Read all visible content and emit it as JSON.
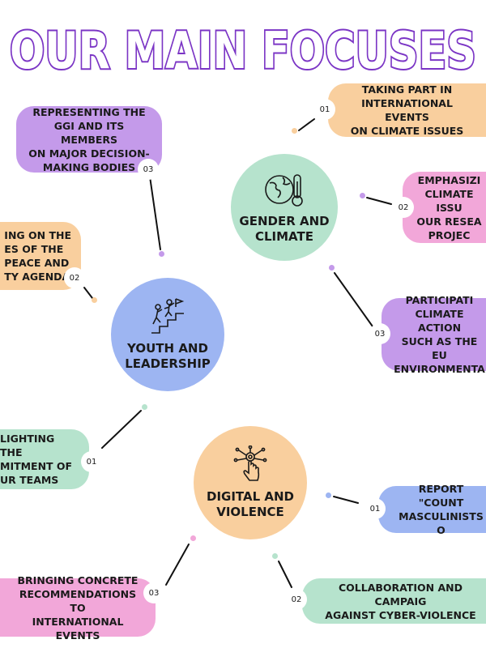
{
  "title": "OUR MAIN FOCUSES",
  "colors": {
    "title_fill": "#ffffff",
    "title_outline": "#7b35c5",
    "green": "#b6e3cd",
    "purple": "#c49aea",
    "peach": "#f9cf9e",
    "pink": "#f2a7d9",
    "blue": "#9db5f2",
    "line": "#111111"
  },
  "hubs": {
    "gender_climate": {
      "label": "GENDER AND\nCLIMATE",
      "icon": "globe-thermometer-icon"
    },
    "youth_leadership": {
      "label": "YOUTH AND\nLEADERSHIP",
      "icon": "climbing-stairs-icon"
    },
    "digital_violence": {
      "label": "DIGITAL AND\nVIOLENCE",
      "icon": "touch-network-icon"
    }
  },
  "focuses": {
    "climate_01": {
      "number": "01",
      "text": "TAKING PART IN\nINTERNATIONAL EVENTS\nON CLIMATE ISSUES"
    },
    "climate_02": {
      "number": "02",
      "text": "EMPHASIZI\nCLIMATE ISSU\nOUR RESEA\nPROJEC"
    },
    "climate_03": {
      "number": "03",
      "text": "PARTICIPATI\nCLIMATE ACTION\nSUCH AS THE EU\nENVIRONMENTA"
    },
    "youth_03": {
      "number": "03",
      "text": "REPRESENTING THE\nGGI AND ITS MEMBERS\nON MAJOR DECISION-\nMAKING BODIES"
    },
    "youth_02": {
      "number": "02",
      "text": "ING ON THE\nES OF THE\nPEACE AND\nTY AGENDA"
    },
    "youth_01": {
      "number": "01",
      "text": "LIGHTING THE\nMITMENT OF\nUR TEAMS"
    },
    "digital_01": {
      "number": "01",
      "text": "REPORT \"COUNT\nMASCULINISTS O"
    },
    "digital_02": {
      "number": "02",
      "text": "COLLABORATION AND CAMPAIG\nAGAINST CYBER-VIOLENCE"
    },
    "digital_03": {
      "number": "03",
      "text": "BRINGING CONCRETE\nRECOMMENDATIONS TO\nINTERNATIONAL EVENTS"
    }
  }
}
